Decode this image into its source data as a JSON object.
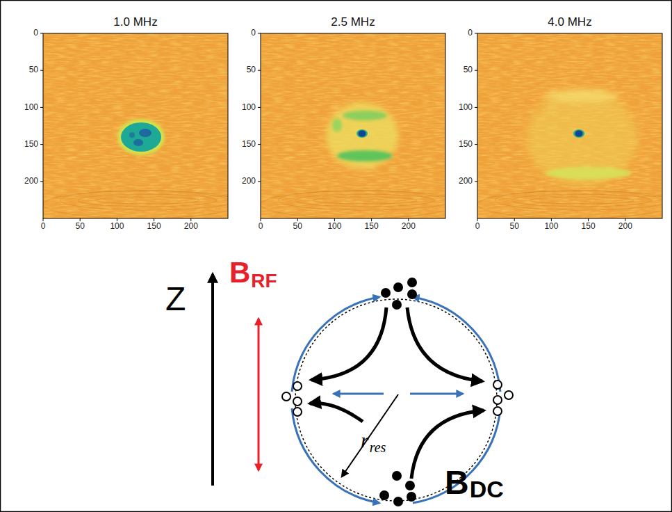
{
  "diagram": {
    "labels": [
      "1.0 MHz",
      "2.5 MHz",
      "4.0 MHz",
      "0",
      "50",
      "100",
      "150",
      "200",
      "0",
      "50",
      "100",
      "150",
      "200",
      "0",
      "50",
      "100",
      "150",
      "200",
      "0",
      "50",
      "100",
      "150",
      "200",
      "0",
      "50",
      "100",
      "150",
      "200",
      "0",
      "50",
      "100",
      "150",
      "200",
      "Z",
      "B",
      "RF",
      "r",
      "res",
      "B",
      "DC"
    ]
  }
}
